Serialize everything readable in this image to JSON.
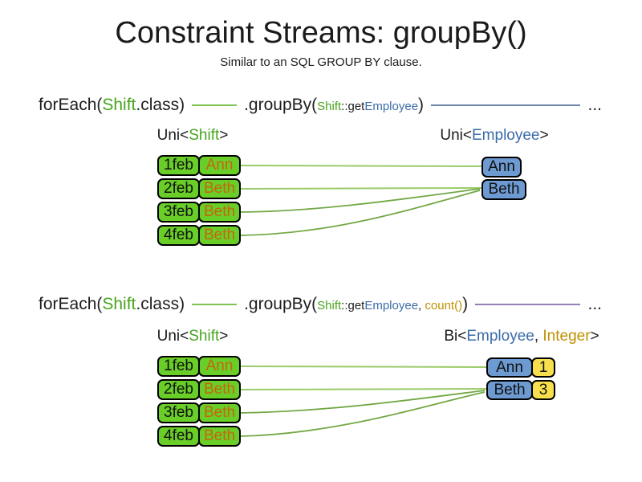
{
  "slide": {
    "title": "Constraint Streams: groupBy()",
    "subtitle": "Similar to an SQL GROUP BY clause."
  },
  "code1": {
    "foreach_pre": "forEach(",
    "foreach_type": "Shift",
    "foreach_post": ".class)",
    "groupby_pre": ".groupBy(",
    "arg_class": "Shift",
    "arg_accessor": "::get",
    "arg_type": "Employee",
    "groupby_post": ")",
    "ellipsis": "..."
  },
  "code2": {
    "foreach_pre": "forEach(",
    "foreach_type": "Shift",
    "foreach_post": ".class)",
    "groupby_pre": ".groupBy(",
    "arg_class": "Shift",
    "arg_accessor": "::get",
    "arg_type": "Employee",
    "comma": ", ",
    "count_fn": "count()",
    "groupby_post": ")",
    "ellipsis": "..."
  },
  "diagram1": {
    "left_type_pre": "Uni<",
    "left_type": "Shift",
    "left_type_post": ">",
    "right_type_pre": "Uni<",
    "right_type": "Employee",
    "right_type_post": ">",
    "rows": [
      {
        "date": "1feb",
        "employee": "Ann"
      },
      {
        "date": "2feb",
        "employee": "Beth"
      },
      {
        "date": "3feb",
        "employee": "Beth"
      },
      {
        "date": "4feb",
        "employee": "Beth"
      }
    ],
    "groups": [
      {
        "employee": "Ann"
      },
      {
        "employee": "Beth"
      }
    ]
  },
  "diagram2": {
    "left_type_pre": "Uni<",
    "left_type": "Shift",
    "left_type_post": ">",
    "right_type_pre": "Bi<",
    "right_type1": "Employee",
    "right_type_sep": ", ",
    "right_type2": "Integer",
    "right_type_post": ">",
    "rows": [
      {
        "date": "1feb",
        "employee": "Ann"
      },
      {
        "date": "2feb",
        "employee": "Beth"
      },
      {
        "date": "3feb",
        "employee": "Beth"
      },
      {
        "date": "4feb",
        "employee": "Beth"
      }
    ],
    "groups": [
      {
        "employee": "Ann",
        "count": "1"
      },
      {
        "employee": "Beth",
        "count": "3"
      }
    ]
  },
  "colors": {
    "shift_green": "#47a41c",
    "employee_blue": "#3a6ca8",
    "integer_gold": "#bf9000",
    "name_orange": "#c8640f",
    "box_green": "#69ce27",
    "box_blue": "#6d9ad1",
    "box_yellow": "#f7df4d",
    "line_green": "#7fc356",
    "line_blue": "#7289ae",
    "line_purple": "#997db8",
    "connector_green_light": "#9bcb6a",
    "connector_green": "#73a845"
  }
}
